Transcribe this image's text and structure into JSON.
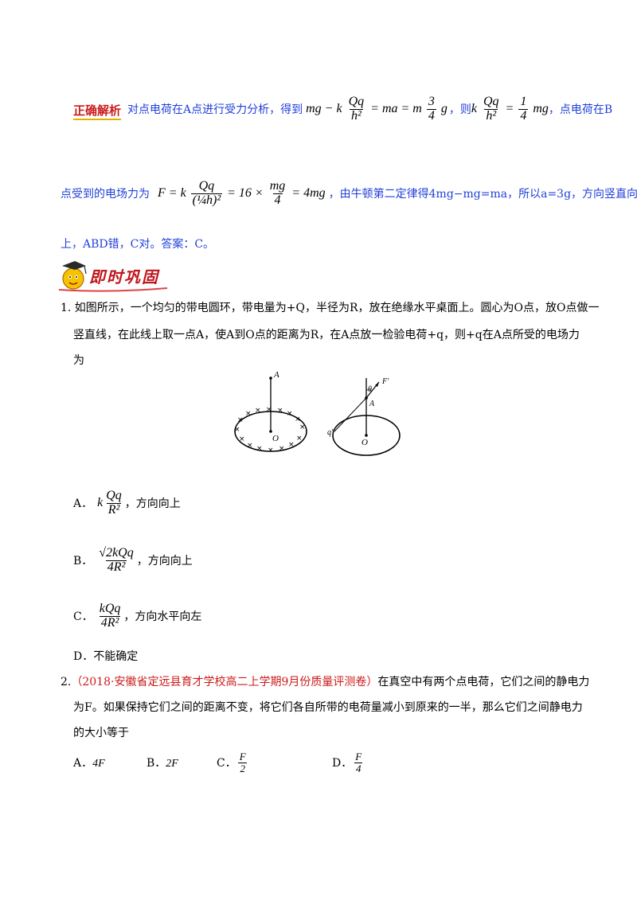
{
  "analysis": {
    "label": "正确解析",
    "line1_text_a": "对点电荷在A点进行受力分析，得到",
    "eq1_lhs": "mg − k",
    "eq1_num": "Qq",
    "eq1_den": "h²",
    "eq1_mid": "= ma = m",
    "eq1_frac_num": "3",
    "eq1_frac_den": "4",
    "eq1_tail": "g",
    "line1_text_b": "，则",
    "eq2_k": "k",
    "eq2_num": "Qq",
    "eq2_den": "h²",
    "eq2_eq": "=",
    "eq2_frac_num": "1",
    "eq2_frac_den": "4",
    "eq2_tail": "mg",
    "line1_text_c": "，点电荷在B",
    "line2_text_a": "点受到的电场力为",
    "eq3_lhs": "F = k",
    "eq3_num": "Qq",
    "eq3_den": "(¼h)²",
    "eq3_mid": "= 16 ×",
    "eq3_frac_num": "mg",
    "eq3_frac_den": "4",
    "eq3_tail": "= 4mg",
    "line2_text_b": "，由牛顿第二定律得4mg−mg=ma，所以a=3g，方向竖直向",
    "line3_text": "上，ABD错，C对。答案：C。"
  },
  "section": {
    "title": "即时巩固",
    "logo_icon": "mascot-graduate-icon"
  },
  "q1": {
    "text_line1": "1. 如图所示，一个均匀的带电圆环，带电量为+Q，半径为R，放在绝缘水平桌面上。圆心为O点，放O点做一",
    "text_line2": "竖直线，在此线上取一点A，使A到O点的距离为R，在A点放一检验电荷+q，则+q在A点所受的电场力",
    "text_line3": "为",
    "fig_left_A": "A",
    "fig_left_O": "O",
    "fig_right_theta": "θ",
    "fig_right_F": "F′",
    "fig_right_A": "A",
    "fig_right_q": "q′",
    "fig_right_O": "O",
    "options": [
      {
        "letter": "A．",
        "pre": "k",
        "num": "Qq",
        "den": "R²",
        "post": "，方向向上"
      },
      {
        "letter": "B．",
        "pre": "",
        "num": "√2kQq",
        "den": "4R²",
        "post": "，方向向上"
      },
      {
        "letter": "C．",
        "pre": "",
        "num": "kQq",
        "den": "4R²",
        "post": "，方向水平向左"
      },
      {
        "letter": "D．",
        "pre": "",
        "num": "",
        "den": "",
        "post": "不能确定"
      }
    ]
  },
  "q2": {
    "num": "2.",
    "source": "（2018·安徽省定远县育才学校高二上学期9月份质量评测卷）",
    "text_line1": "在真空中有两个点电荷，它们之间的静电力",
    "text_line2": "为F。如果保持它们之间的距离不变，将它们各自所带的电荷量减小到原来的一半，那么它们之间静电力",
    "text_line3": "的大小等于",
    "options": [
      {
        "letter": "A．",
        "value": "4F"
      },
      {
        "letter": "B．",
        "value": "2F"
      },
      {
        "letter": "C．",
        "num": "F",
        "den": "2"
      },
      {
        "letter": "D．",
        "num": "F",
        "den": "4"
      }
    ]
  }
}
